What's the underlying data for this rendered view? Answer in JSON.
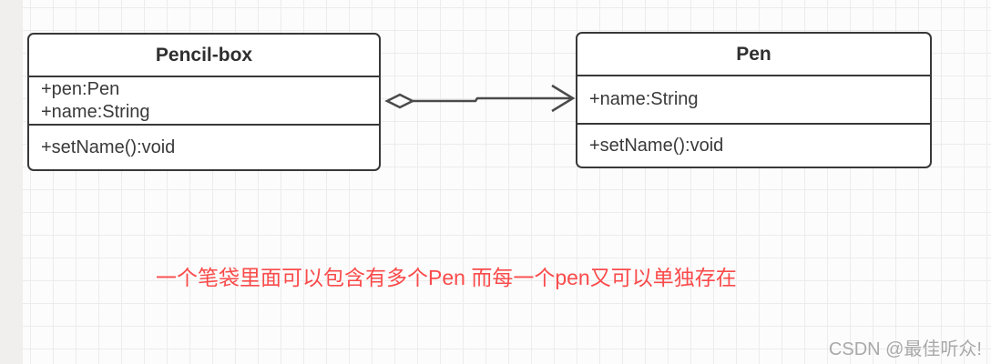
{
  "diagram": {
    "classes": [
      {
        "name": "Pencil-box",
        "attributes": [
          "+pen:Pen",
          "+name:String"
        ],
        "methods": [
          "+setName():void"
        ]
      },
      {
        "name": "Pen",
        "attributes": [
          "+name:String"
        ],
        "methods": [
          "+setName():void"
        ]
      }
    ],
    "relationship": {
      "type": "aggregation",
      "from": "Pencil-box",
      "to": "Pen"
    }
  },
  "annotation": {
    "text": "一个笔袋里面可以包含有多个Pen 而每一个pen又可以单独存在"
  },
  "watermark": {
    "text": "CSDN @最佳听众!"
  },
  "colors": {
    "annotation_red": "#fa4b4b",
    "box_border": "#383838",
    "connector_stroke": "#4a4a4a",
    "watermark_gray": "#a9a9a9",
    "grid_line": "#ececec",
    "canvas_bg": "#fcfcfc",
    "left_strip": "#f0efee"
  }
}
